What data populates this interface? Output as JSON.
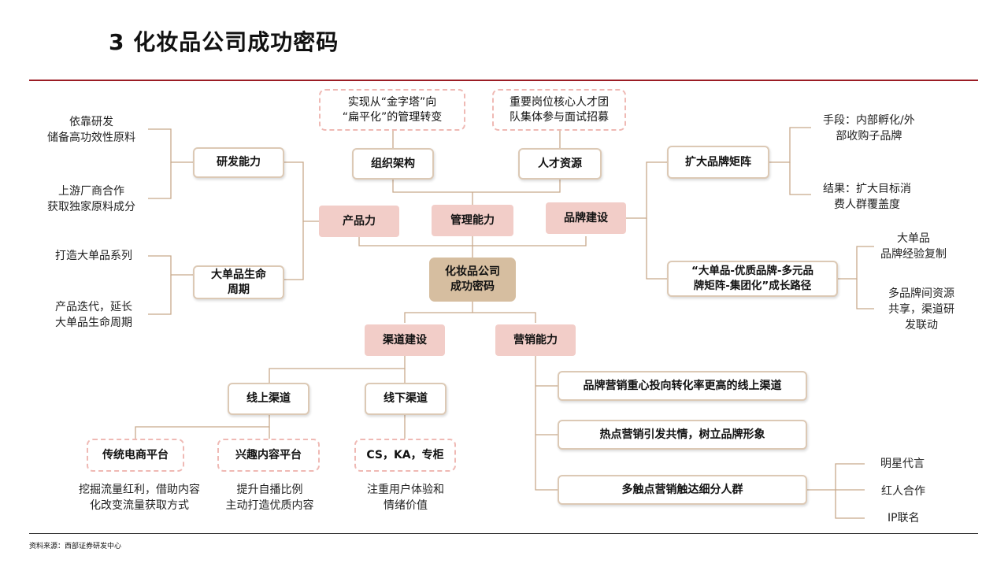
{
  "title": "3  化妆品公司成功密码",
  "source": "资料来源：西部证券研发中心",
  "center": "化妆品公司\n成功密码",
  "pillars": {
    "product": "产品力",
    "management": "管理能力",
    "brand": "品牌建设",
    "channel": "渠道建设",
    "marketing": "营销能力"
  },
  "product": {
    "rd": {
      "label": "研发能力",
      "notes": [
        "依靠研发\n储备高功效性原料",
        "上游厂商合作\n获取独家原料成分"
      ]
    },
    "lifecycle": {
      "label": "大单品生命\n周期",
      "notes": [
        "打造大单品系列",
        "产品迭代，延长\n大单品生命周期"
      ]
    }
  },
  "management": {
    "org": {
      "label": "组织架构",
      "note": "实现从“金字塔”向\n“扁平化”的管理转变"
    },
    "hr": {
      "label": "人才资源",
      "note": "重要岗位核心人才团\n队集体参与面试招募"
    }
  },
  "brand": {
    "matrix": {
      "label": "扩大品牌矩阵",
      "notes": [
        "手段：内部孵化/外\n部收购子品牌",
        "结果：扩大目标消\n费人群覆盖度"
      ]
    },
    "path": {
      "label": "“大单品-优质品牌-多元品\n牌矩阵-集团化”成长路径",
      "notes": [
        "大单品\n品牌经验复制",
        "多品牌间资源\n共享，渠道研\n发联动"
      ]
    }
  },
  "channel": {
    "online": {
      "label": "线上渠道",
      "platforms": [
        {
          "label": "传统电商平台",
          "note": "挖掘流量红利，借助内容\n化改变流量获取方式"
        },
        {
          "label": "兴趣内容平台",
          "note": "提升自播比例\n主动打造优质内容"
        }
      ]
    },
    "offline": {
      "label": "线下渠道",
      "platforms": [
        {
          "label": "CS，KA，专柜",
          "note": "注重用户体验和\n情绪价值"
        }
      ]
    }
  },
  "marketing": {
    "items": [
      "品牌营销重心投向转化率更高的线上渠道",
      "热点营销引发共情，树立品牌形象",
      "多触点营销触达细分人群"
    ],
    "touchpoints": [
      "明星代言",
      "红人合作",
      "IP联名"
    ]
  },
  "colors": {
    "accent_rule": "#9b1c24",
    "connector": "#c8a98b",
    "pillar_fill": "#f2cdc8",
    "center_fill": "#d6bea0",
    "outline_border": "#dcc9b5",
    "dashed_border": "#efb9b4"
  }
}
